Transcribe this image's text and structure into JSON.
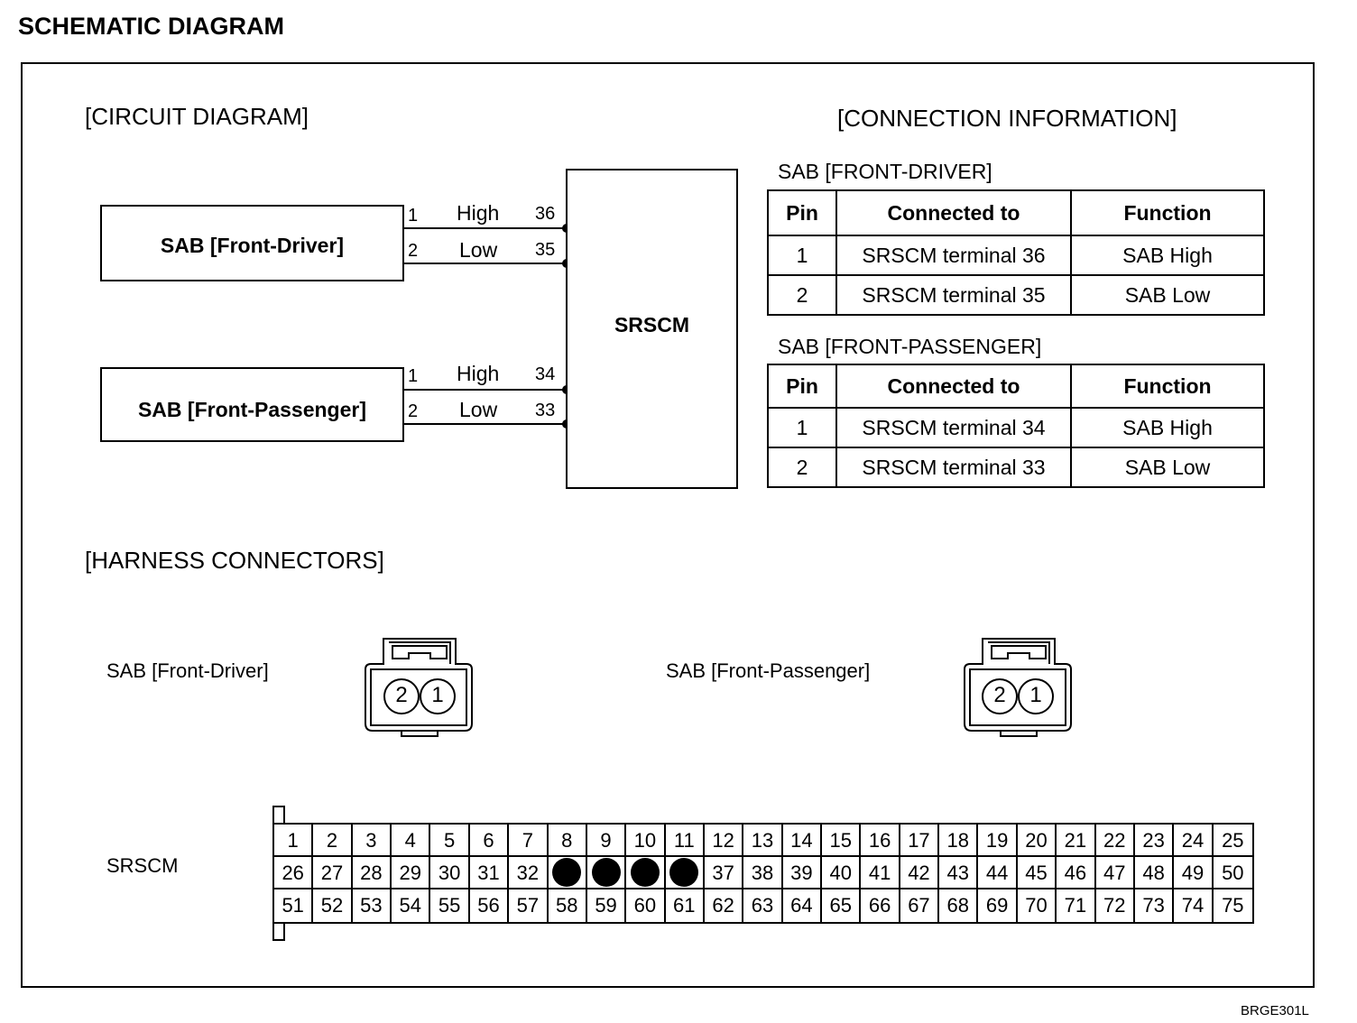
{
  "page_title": "SCHEMATIC DIAGRAM",
  "circuit": {
    "heading": "[CIRCUIT DIAGRAM]",
    "module": "SRSCM",
    "components": [
      {
        "name": "SAB [Front-Driver]",
        "wires": [
          {
            "pin": "1",
            "signal": "High",
            "terminal": "36"
          },
          {
            "pin": "2",
            "signal": "Low",
            "terminal": "35"
          }
        ]
      },
      {
        "name": "SAB [Front-Passenger]",
        "wires": [
          {
            "pin": "1",
            "signal": "High",
            "terminal": "34"
          },
          {
            "pin": "2",
            "signal": "Low",
            "terminal": "33"
          }
        ]
      }
    ]
  },
  "connection": {
    "heading": "[CONNECTION INFORMATION]",
    "headers": [
      "Pin",
      "Connected to",
      "Function"
    ],
    "tables": [
      {
        "title": "SAB [FRONT-DRIVER]",
        "rows": [
          [
            "1",
            "SRSCM terminal 36",
            "SAB High"
          ],
          [
            "2",
            "SRSCM terminal 35",
            "SAB Low"
          ]
        ]
      },
      {
        "title": "SAB [FRONT-PASSENGER]",
        "rows": [
          [
            "1",
            "SRSCM terminal 34",
            "SAB High"
          ],
          [
            "2",
            "SRSCM terminal 33",
            "SAB Low"
          ]
        ]
      }
    ]
  },
  "harness": {
    "heading": "[HARNESS CONNECTORS]",
    "driver_label": "SAB [Front-Driver]",
    "passenger_label": "SAB [Front-Passenger]",
    "connector_pins": [
      "2",
      "1"
    ],
    "srscm_label": "SRSCM",
    "srscm_grid": [
      [
        "1",
        "2",
        "3",
        "4",
        "5",
        "6",
        "7",
        "8",
        "9",
        "10",
        "11",
        "12",
        "13",
        "14",
        "15",
        "16",
        "17",
        "18",
        "19",
        "20",
        "21",
        "22",
        "23",
        "24",
        "25"
      ],
      [
        "26",
        "27",
        "28",
        "29",
        "30",
        "31",
        "32",
        "",
        "",
        "",
        "",
        "37",
        "38",
        "39",
        "40",
        "41",
        "42",
        "43",
        "44",
        "45",
        "46",
        "47",
        "48",
        "49",
        "50"
      ],
      [
        "51",
        "52",
        "53",
        "54",
        "55",
        "56",
        "57",
        "58",
        "59",
        "60",
        "61",
        "62",
        "63",
        "64",
        "65",
        "66",
        "67",
        "68",
        "69",
        "70",
        "71",
        "72",
        "73",
        "74",
        "75"
      ]
    ],
    "filled_cells_row2": [
      7,
      8,
      9,
      10
    ]
  },
  "figure_code": "BRGE301L"
}
